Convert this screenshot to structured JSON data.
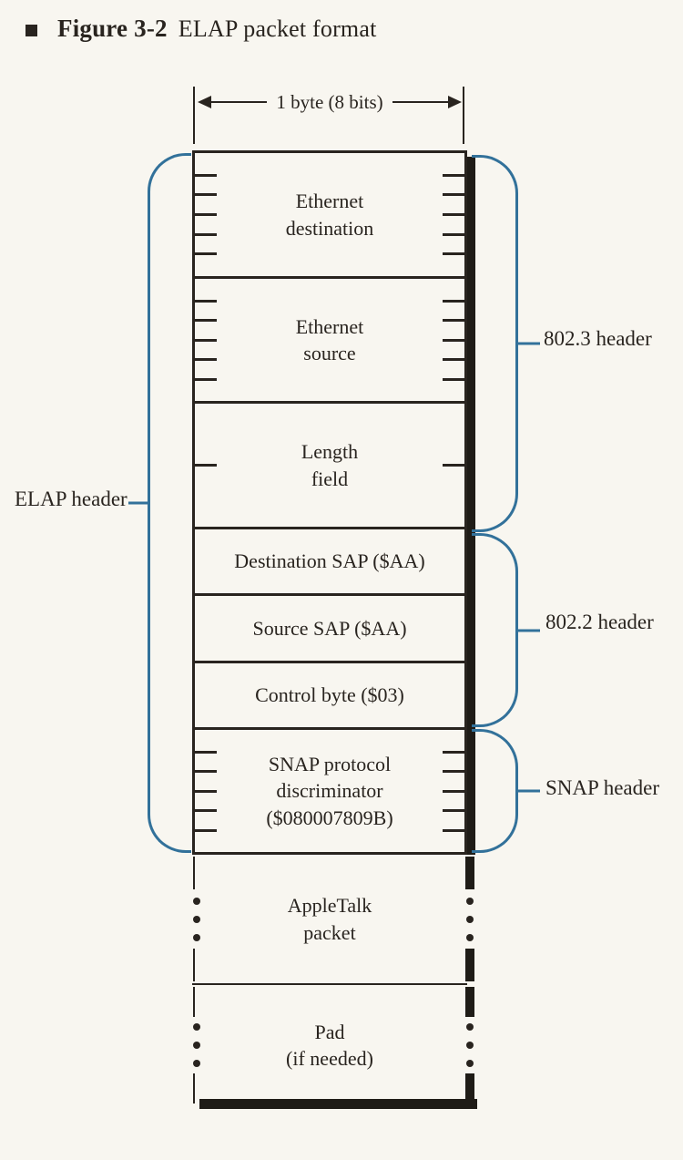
{
  "figure": {
    "marker": "square-bullet",
    "label": "Figure 3-2",
    "title": "ELAP packet format"
  },
  "ruler": {
    "label": "1 byte (8 bits)"
  },
  "packet": {
    "fields": [
      {
        "name": "ethernet-destination",
        "lines": [
          "Ethernet",
          "destination"
        ],
        "ticks_per_side": 5
      },
      {
        "name": "ethernet-source",
        "lines": [
          "Ethernet",
          "source"
        ],
        "ticks_per_side": 5
      },
      {
        "name": "length-field",
        "lines": [
          "Length",
          "field"
        ],
        "ticks_per_side": 1
      },
      {
        "name": "destination-sap",
        "lines": [
          "Destination SAP ($AA)"
        ]
      },
      {
        "name": "source-sap",
        "lines": [
          "Source SAP ($AA)"
        ]
      },
      {
        "name": "control-byte",
        "lines": [
          "Control byte ($03)"
        ]
      },
      {
        "name": "snap-protocol-discriminator",
        "lines": [
          "SNAP protocol",
          "discriminator",
          "($080007809B)"
        ],
        "ticks_per_side": 5
      },
      {
        "name": "appletalk-packet",
        "lines": [
          "AppleTalk",
          "packet"
        ],
        "dots_per_side": 3
      },
      {
        "name": "pad",
        "lines": [
          "Pad",
          "(if needed)"
        ],
        "dots_per_side": 3
      }
    ]
  },
  "braces": {
    "left": {
      "label": "ELAP header"
    },
    "right": [
      {
        "label": "802.3 header"
      },
      {
        "label": "802.2 header"
      },
      {
        "label": "SNAP header"
      }
    ]
  },
  "colors": {
    "paper": "#f8f6f0",
    "ink": "#29241f",
    "brace": "#32719a",
    "shadow": "#1f1c17"
  }
}
